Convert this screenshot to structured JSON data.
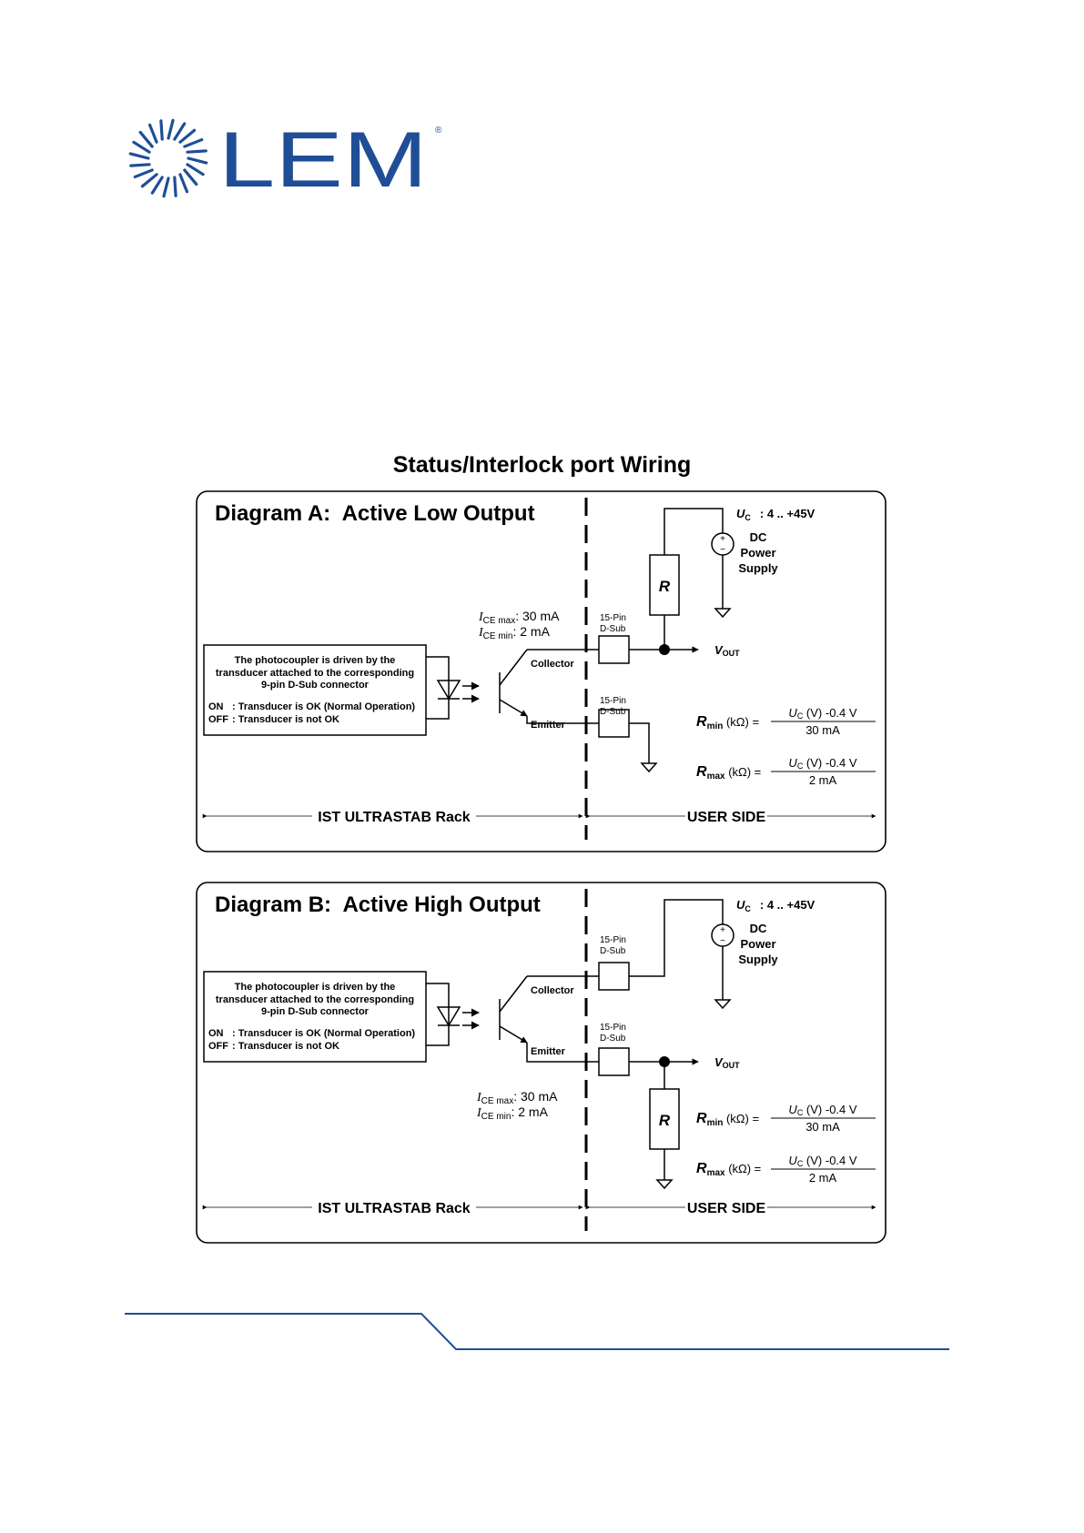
{
  "logo": {
    "text": "LEM",
    "registered": "®",
    "color": "#1f4e96"
  },
  "title": "Status/Interlock port Wiring",
  "common": {
    "photocoupler": [
      "The photocoupler is driven by the",
      "transducer attached to the corresponding",
      "9-pin D-Sub connector"
    ],
    "on_key": "ON",
    "on_value": ": Transducer is OK (Normal Operation)",
    "off_key": "OFF",
    "off_value": ": Transducer is not OK",
    "collector": "Collector",
    "emitter": "Emitter",
    "connector_line1": "15-Pin",
    "connector_line2": "D-Sub",
    "ice_max_sym": "I",
    "ice_max_sub": "CE max",
    "ice_max_val": ": 30 mA",
    "ice_min_sym": "I",
    "ice_min_sub": "CE min",
    "ice_min_val": ": 2 mA",
    "uc_sym": "U",
    "uc_sub": "C",
    "uc_range": ": 4 .. +45V",
    "supply_line1": "DC",
    "supply_line2": "Power",
    "supply_line3": "Supply",
    "plus": "+",
    "minus": "−",
    "resistor": "R",
    "vout_sym": "V",
    "vout_sub": "OUT",
    "rmin_sym": "R",
    "rmin_sub": "min",
    "rmax_sym": "R",
    "rmax_sub": "max",
    "r_unit": " (kΩ) =",
    "num_sym": "U",
    "num_sub": "C",
    "num_rest": " (V) -0.4 V",
    "den_min": "30 mA",
    "den_max": "2 mA",
    "rack_label": "IST ULTRASTAB Rack",
    "user_label": "USER SIDE"
  },
  "diagrams": [
    {
      "title": "Diagram A:  Active Low Output",
      "mode": "active-low"
    },
    {
      "title": "Diagram B:  Active High Output",
      "mode": "active-high"
    }
  ],
  "colors": {
    "accent": "#1f4e96",
    "line": "#000000"
  }
}
